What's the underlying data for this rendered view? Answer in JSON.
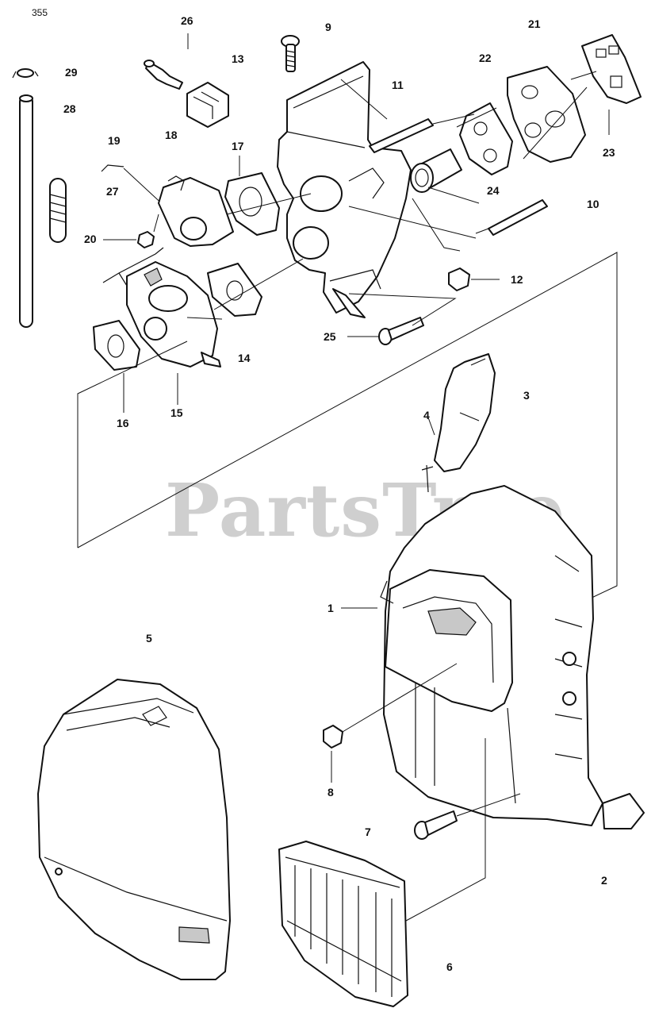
{
  "page_number": "355",
  "watermark": "PartsTree",
  "callouts": [
    {
      "id": "29",
      "text": "29"
    },
    {
      "id": "28",
      "text": "28"
    },
    {
      "id": "26",
      "text": "26"
    },
    {
      "id": "13",
      "text": "13"
    },
    {
      "id": "18",
      "text": "18"
    },
    {
      "id": "9",
      "text": "9"
    },
    {
      "id": "11",
      "text": "11"
    },
    {
      "id": "21",
      "text": "21"
    },
    {
      "id": "22",
      "text": "22"
    },
    {
      "id": "23",
      "text": "23"
    },
    {
      "id": "24",
      "text": "24"
    },
    {
      "id": "10",
      "text": "10"
    },
    {
      "id": "19",
      "text": "19"
    },
    {
      "id": "17",
      "text": "17"
    },
    {
      "id": "27",
      "text": "27"
    },
    {
      "id": "20",
      "text": "20"
    },
    {
      "id": "12",
      "text": "12"
    },
    {
      "id": "25",
      "text": "25"
    },
    {
      "id": "14",
      "text": "14"
    },
    {
      "id": "16",
      "text": "16"
    },
    {
      "id": "15",
      "text": "15"
    },
    {
      "id": "3",
      "text": "3"
    },
    {
      "id": "4",
      "text": "4"
    },
    {
      "id": "1",
      "text": "1"
    },
    {
      "id": "5",
      "text": "5"
    },
    {
      "id": "8",
      "text": "8"
    },
    {
      "id": "7",
      "text": "7"
    },
    {
      "id": "2",
      "text": "2"
    },
    {
      "id": "6",
      "text": "6"
    }
  ]
}
